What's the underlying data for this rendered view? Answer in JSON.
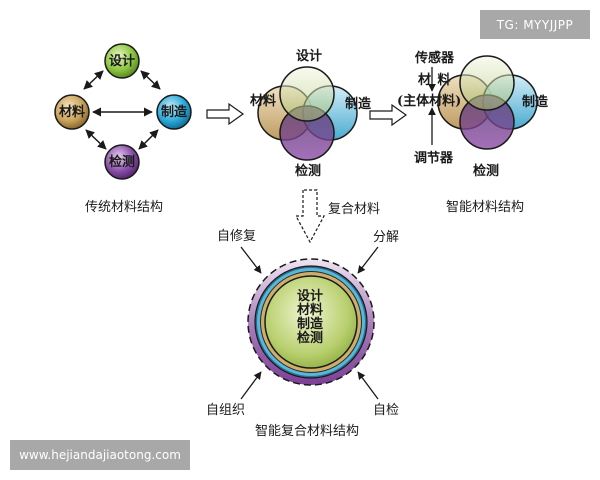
{
  "watermarks": {
    "top_right": "TG: MYYJJPP",
    "bottom_left": "www.hejiandajiaotong.com"
  },
  "colors": {
    "design_green": "#8cc63f",
    "material_tan": "#c9a25a",
    "manufacture_blue": "#29a9d9",
    "inspection_purple": "#8a4fa8",
    "outline": "#1a1a1a"
  },
  "traditional": {
    "caption": "传统材料结构",
    "nodes": {
      "design": "设计",
      "material": "材料",
      "manufacture": "制造",
      "inspection": "检测"
    }
  },
  "composite_venn": {
    "labels": {
      "design": "设计",
      "material": "材料",
      "manufacture": "制造",
      "inspection": "检测"
    },
    "down_arrow_label": "复合材料"
  },
  "smart": {
    "caption": "智能材料结构",
    "sensor": "传感器",
    "material_line1": "材 料",
    "material_line2": "(主体材料)",
    "regulator": "调节器",
    "manufacture": "制造",
    "inspection": "检测"
  },
  "smart_composite": {
    "caption": "智能复合材料结构",
    "core_lines": [
      "设计",
      "材料",
      "制造",
      "检测"
    ],
    "functions": {
      "self_repair": "自修复",
      "decompose": "分解",
      "self_organize": "自组织",
      "self_check": "自检"
    }
  }
}
